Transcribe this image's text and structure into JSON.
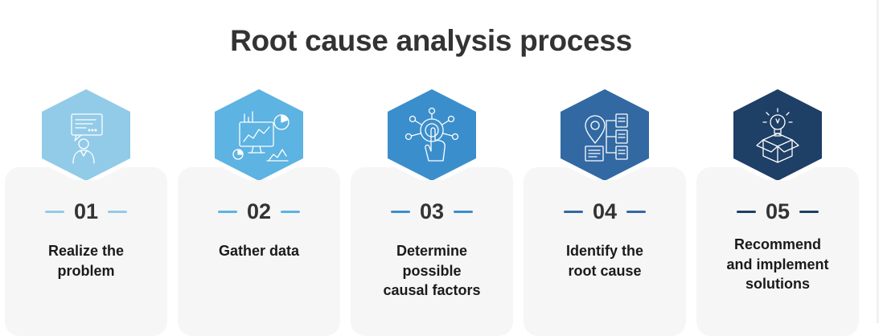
{
  "title": "Root cause analysis process",
  "steps": [
    {
      "number": "01",
      "label_lines": [
        "Realize the",
        "problem"
      ],
      "color": "#92cbe8",
      "icon": "person-speech-bubble-icon"
    },
    {
      "number": "02",
      "label_lines": [
        "Gather data"
      ],
      "color": "#5db3e2",
      "icon": "data-charts-icon"
    },
    {
      "number": "03",
      "label_lines": [
        "Determine",
        "possible",
        "causal factors"
      ],
      "color": "#3b8ecc",
      "icon": "touch-network-icon"
    },
    {
      "number": "04",
      "label_lines": [
        "Identify the",
        "root cause"
      ],
      "color": "#3269a3",
      "icon": "location-pin-document-tree-icon"
    },
    {
      "number": "05",
      "label_lines": [
        "Recommend",
        "and implement",
        "solutions"
      ],
      "color": "#1e3f66",
      "icon": "lightbulb-box-icon"
    }
  ]
}
